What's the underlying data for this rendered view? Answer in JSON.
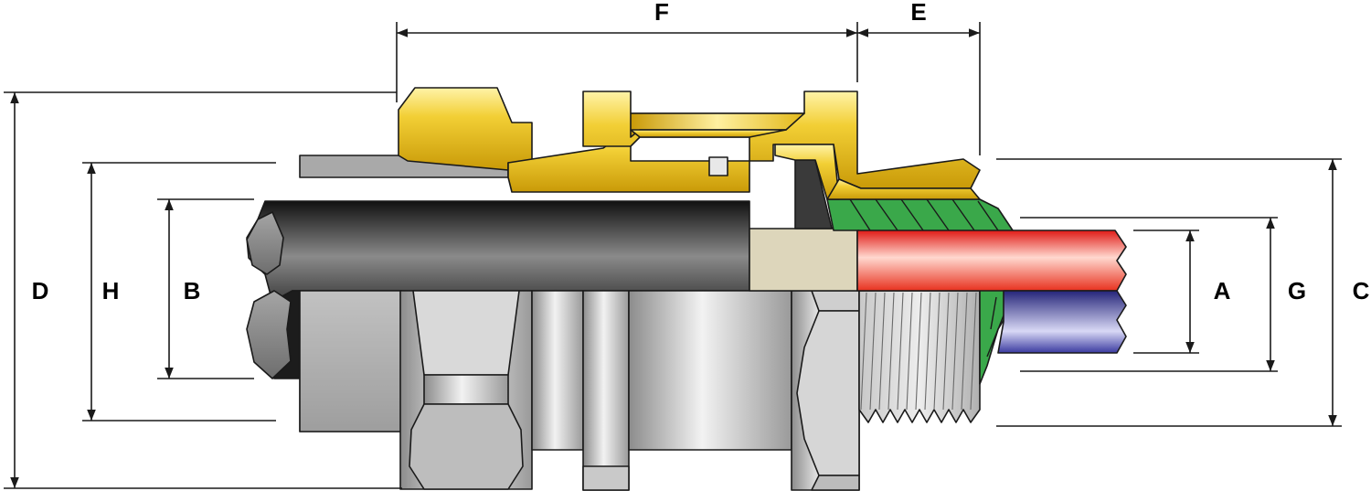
{
  "dimensions": {
    "F": "F",
    "E": "E",
    "D": "D",
    "H": "H",
    "B": "B",
    "A": "A",
    "G": "G",
    "C": "C"
  },
  "colors": {
    "brass": "#e8c020",
    "steel": "#c4c4c4",
    "outer_sheath": "#3a3a3a",
    "inner_seal": "#ddd6bb",
    "armour_cone": "#3aa84a",
    "core_red": "#e8201e",
    "core_blue": "#3a3a9a",
    "lines": "#1a1a1a"
  }
}
